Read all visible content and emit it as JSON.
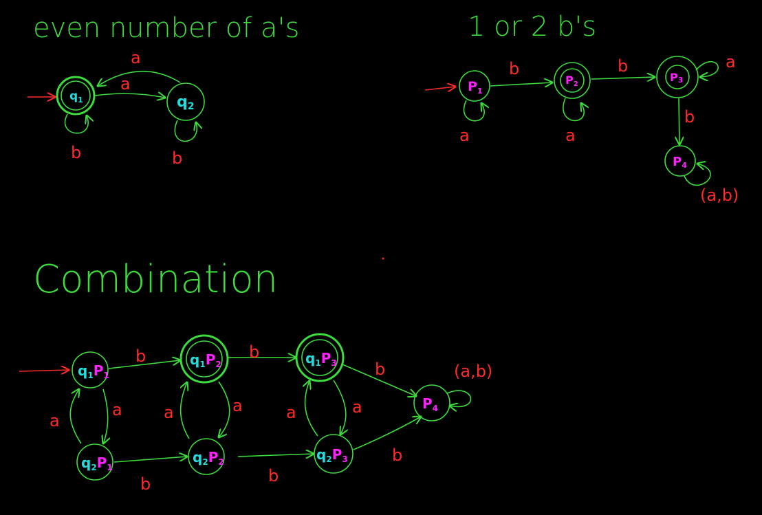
{
  "titles": {
    "even_as": "even  number of a's",
    "bs": "1 or 2  b's",
    "combination": "Combination"
  },
  "states": {
    "q1": [
      "q",
      "1"
    ],
    "q2": [
      "q",
      "2"
    ],
    "p1": [
      "P",
      "1"
    ],
    "p2": [
      "P",
      "2"
    ],
    "p3": [
      "P",
      "3"
    ],
    "p4": [
      "P",
      "4"
    ]
  },
  "labels": {
    "a": "a",
    "b": "b",
    "ab": "(a,b)"
  },
  "colors": {
    "background": "#000000",
    "lines": "#3ddc3d",
    "edge_labels": "#ff2a2a",
    "q_states": "#22dddd",
    "p_states": "#ff22ff"
  }
}
